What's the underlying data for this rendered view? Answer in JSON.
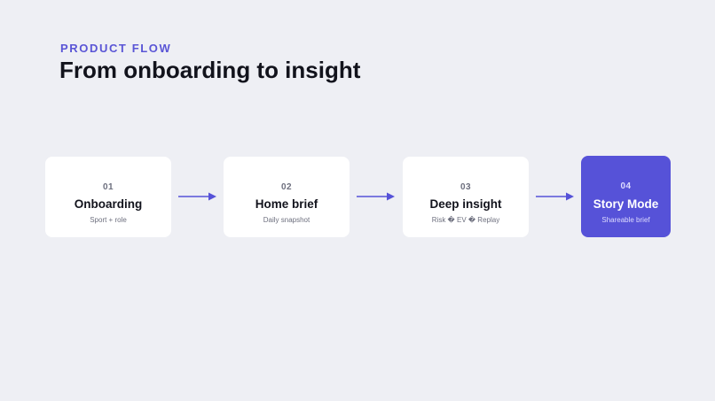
{
  "header": {
    "eyebrow": "PRODUCT FLOW",
    "title": "From onboarding to insight"
  },
  "steps": [
    {
      "number": "01",
      "title": "Onboarding",
      "subtitle": "Sport + role"
    },
    {
      "number": "02",
      "title": "Home brief",
      "subtitle": "Daily snapshot"
    },
    {
      "number": "03",
      "title": "Deep insight",
      "subtitle": "Risk � EV � Replay"
    },
    {
      "number": "04",
      "title": "Story Mode",
      "subtitle": "Shareable brief"
    }
  ],
  "colors": {
    "accent": "#5652d8",
    "background": "#eeeff4",
    "card": "#ffffff",
    "text": "#12131c",
    "muted": "#6d6f7e"
  },
  "icons": [
    "arrow-right-icon"
  ]
}
